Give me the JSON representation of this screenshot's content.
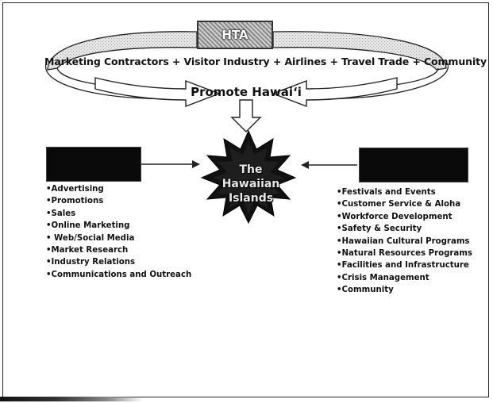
{
  "hta_label": "HTA",
  "partners_text": "Marketing Contractors + Visitor Industry + Airlines + Travel Trade + Community",
  "promote_text": "Promote Hawai‘i",
  "star_label": [
    "The",
    "Hawaiian",
    "Islands"
  ],
  "left_box_label": [
    "",
    ""
  ],
  "left_items": [
    "•Advertising",
    "•Promotions",
    "•Sales",
    "•Online Marketing",
    "• Web/Social Media",
    "•Market Research",
    "•Industry Relations",
    "•Communications and Outreach"
  ],
  "right_items": [
    "•Festivals and Events",
    "•Customer Service & Aloha",
    "•Workforce Development",
    "•Safety & Security",
    "•Hawaiian Cultural Programs",
    "•Natural Resources Programs",
    "•Facilities and Infrastructure",
    "•Crisis Management",
    "•Community"
  ],
  "colors": {
    "line": "#222222",
    "box_fill": "#0a0a0a",
    "star_fill": "#111111"
  }
}
